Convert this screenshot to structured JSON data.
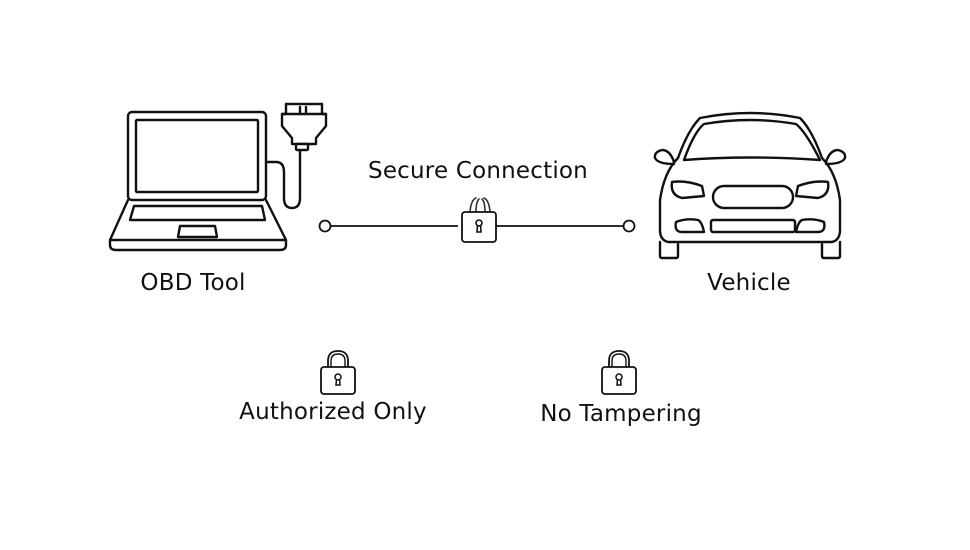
{
  "diagram": {
    "nodes": {
      "obd_tool": {
        "label": "OBD Tool",
        "icon": "laptop-with-obd-connector-icon"
      },
      "vehicle": {
        "label": "Vehicle",
        "icon": "car-front-icon"
      }
    },
    "connection": {
      "label": "Secure Connection",
      "icon": "lock-icon"
    },
    "features": [
      {
        "label": "Authorized Only",
        "icon": "lock-icon"
      },
      {
        "label": "No Tampering",
        "icon": "lock-icon"
      }
    ]
  },
  "colors": {
    "stroke": "#111111",
    "background": "#ffffff"
  }
}
